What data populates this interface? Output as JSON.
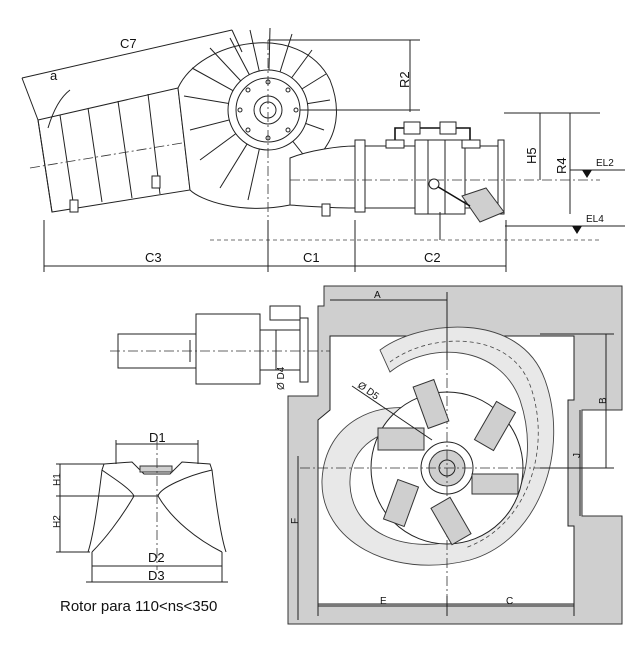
{
  "side_view": {
    "labels": {
      "c7": "C7",
      "a": "a",
      "r2": "R2",
      "h5": "H5",
      "r4": "R4",
      "el2": "EL2",
      "el4": "EL4",
      "c3": "C3",
      "c1": "C1",
      "c2": "C2"
    }
  },
  "plan_view": {
    "labels": {
      "a": "A",
      "b": "B",
      "j": "J",
      "f": "F",
      "e": "E",
      "c": "C",
      "d4": "Ø D4",
      "d5": "Ø D5"
    }
  },
  "runner_view": {
    "labels": {
      "d1": "D1",
      "d2": "D2",
      "d3": "D3",
      "h1": "H1",
      "h2": "H2"
    },
    "caption": "Rotor para 110<ns<350"
  }
}
